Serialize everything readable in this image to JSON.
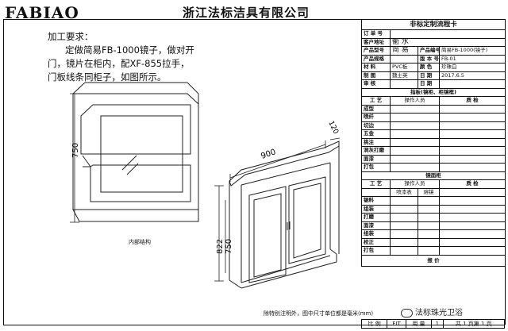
{
  "header": {
    "logo": "FABIAO",
    "company": "浙江法标洁具有限公司"
  },
  "requirements": {
    "title": "加工要求：",
    "lines": [
      "定做简易FB-1000镜子，做对开",
      "门，镜片在柜内，配XF-855拉手，",
      "门板线条同柜子，如图所示。"
    ]
  },
  "drawing": {
    "left_height": "750",
    "width": "900",
    "depth": "120",
    "outer_height": "822",
    "inner_height": "750",
    "caption": "内部结构"
  },
  "note": "除特别注明外，图中尺寸单位都是毫米(mm)",
  "card": {
    "title": "非标定制流程卡",
    "order_no_label": "订 单 号",
    "customer_label": "客户地址",
    "customer_value": "衢 水",
    "model_label": "产品型号",
    "model_value": "简 易",
    "product_no_label": "产品编号",
    "product_no_value": "简易FB-1000(镜子)",
    "spec_label": "产品规格",
    "version_label": "版 本 号",
    "version_value": "FB-01",
    "material_label": "材 料",
    "material_value": "PVC板",
    "color_label": "颜 色",
    "color_value": "珍珠白",
    "maker_label": "制 图",
    "maker_value": "魏士英",
    "date_label": "日 期",
    "date_value": "2017.6.5",
    "review_label": "审 核",
    "review_date_label": "日 期",
    "section1_title": "指板(镜柜、柜镜框)",
    "proc_label": "工 艺",
    "operator_label": "操作人员",
    "quality_label": "质 检",
    "steps1": [
      "成型",
      "喷纤",
      "切边",
      "五金",
      "挑注",
      "洞灰打磨",
      "面漆",
      "打包"
    ],
    "section2_title": "镜面柜",
    "proc2_label": "工 艺",
    "operator2_label": "操作人员",
    "quality2_label": "质 检",
    "sub_labels": [
      "喷漆表",
      "熔镜"
    ],
    "steps2": [
      "锯料",
      "组装",
      "打磨",
      "面漆",
      "组装",
      "校正",
      "打包"
    ],
    "quote_label": "报 价"
  },
  "footer": {
    "scale_label": "比 例",
    "scale_value": "FIT",
    "qty_label": "用 量",
    "qty_value": "1",
    "pages": "共 1 页第 1 页"
  },
  "watermark": "法标珠光卫浴"
}
